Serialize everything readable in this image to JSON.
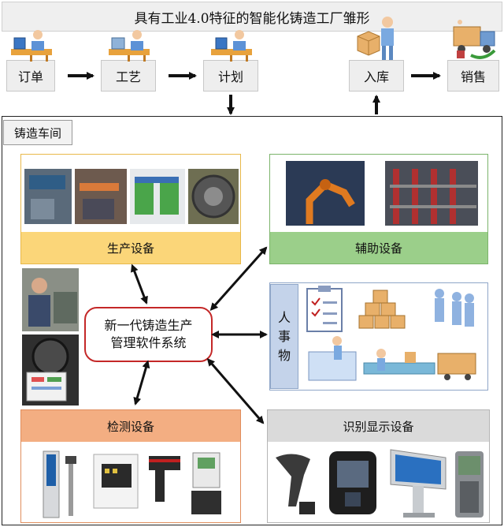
{
  "title": "具有工业4.0特征的智能化铸造工厂雏形",
  "flow": {
    "order": "订单",
    "process": "工艺",
    "plan": "计划",
    "storage": "入库",
    "sales": "销售"
  },
  "workshop_label": "铸造车间",
  "core": {
    "line1": "新一代铸造生产",
    "line2": "管理软件系统"
  },
  "panels": {
    "production": "生产设备",
    "auxiliary": "辅助设备",
    "inspection": "检测设备",
    "identification": "识别显示设备"
  },
  "rsw": [
    "人",
    "事",
    "物"
  ],
  "colors": {
    "production_label": "#fbd679",
    "production_border": "#e8b84a",
    "auxiliary_label": "#9bcf8a",
    "auxiliary_border": "#7cb46b",
    "inspection_label": "#f3ae82",
    "inspection_border": "#e08d5c",
    "identification_label": "#dadada",
    "identification_border": "#b5b5b5",
    "core_border": "#c42828",
    "rsw_fill": "#c4d3ea"
  }
}
